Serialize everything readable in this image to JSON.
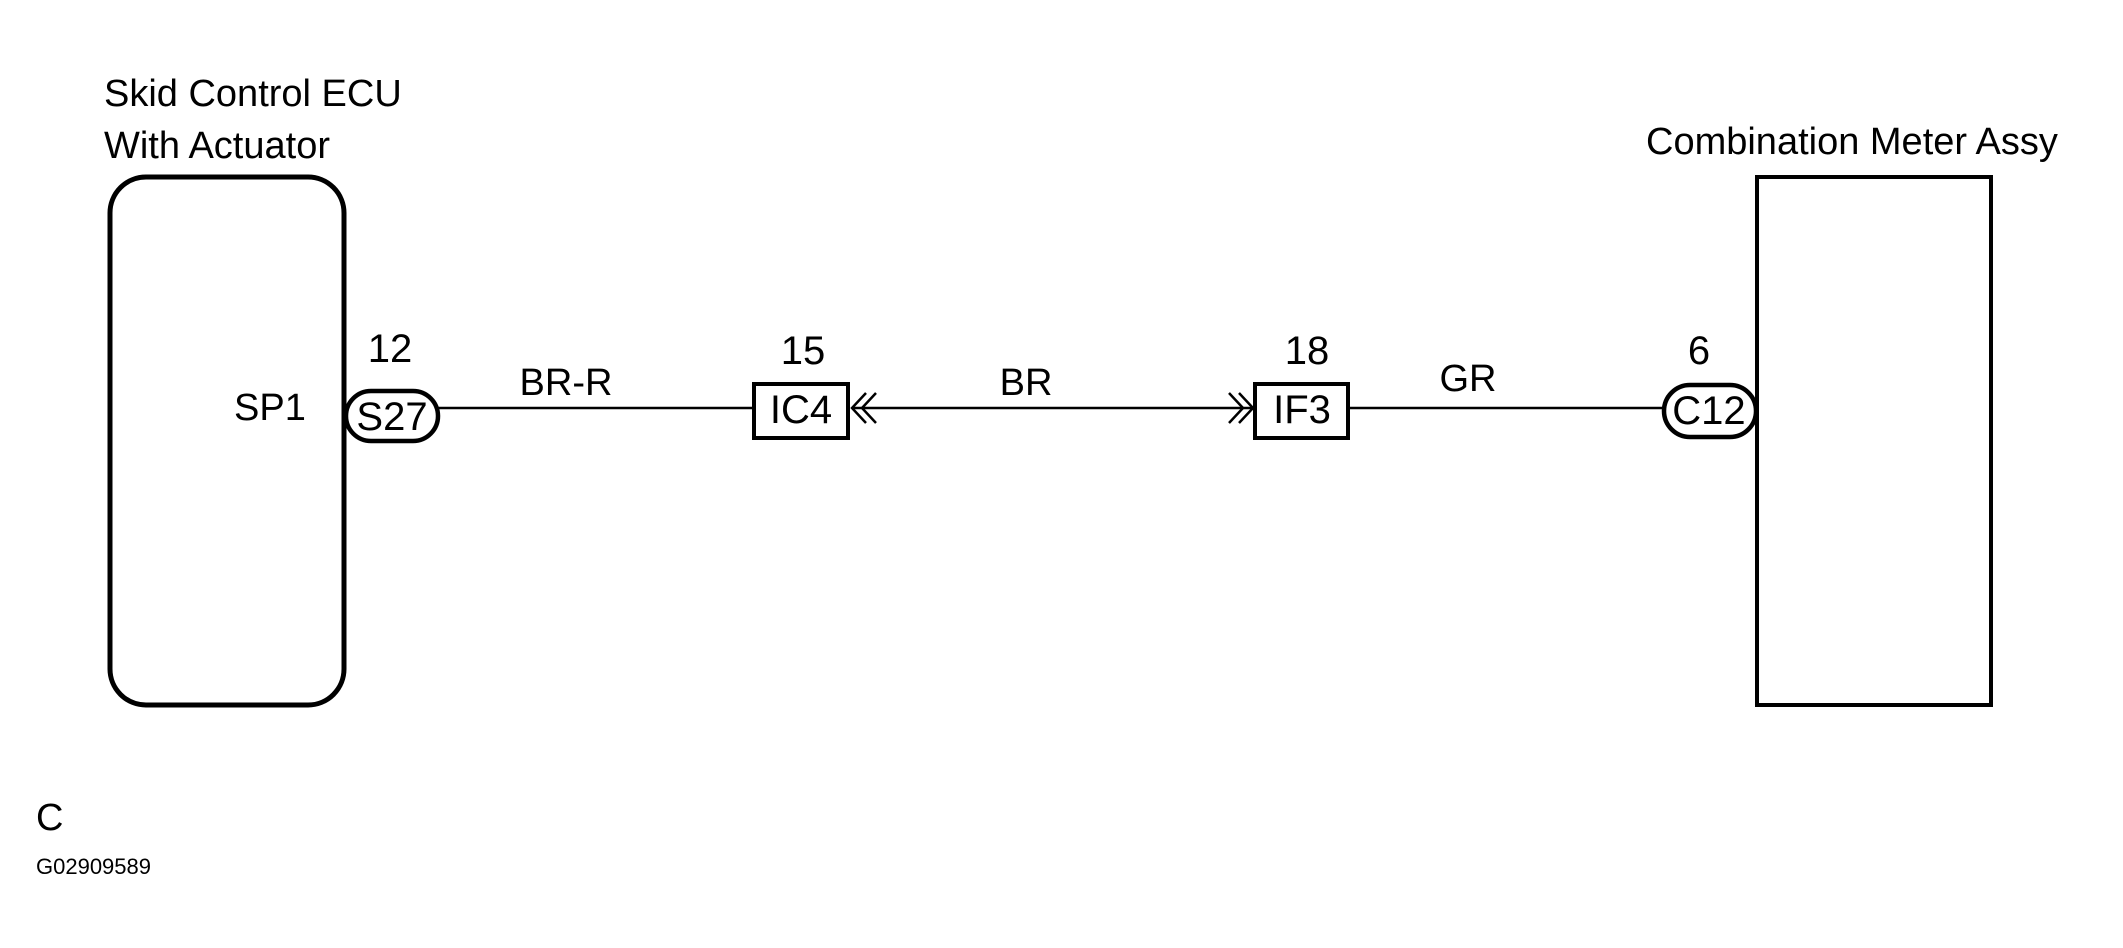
{
  "ecu": {
    "title_line1": "Skid Control ECU",
    "title_line2": "With Actuator",
    "pin_label": "SP1",
    "connector": "S27",
    "pin_number": "12"
  },
  "meter": {
    "title": "Combination Meter Assy",
    "connector": "C12",
    "pin_number": "6"
  },
  "junctions": [
    {
      "connector": "IC4",
      "pin_number": "15"
    },
    {
      "connector": "IF3",
      "pin_number": "18"
    }
  ],
  "wires": [
    {
      "color_code": "BR-R"
    },
    {
      "color_code": "BR"
    },
    {
      "color_code": "GR"
    }
  ],
  "footer": {
    "code": "C",
    "figure_id": "G02909589"
  },
  "colors": {
    "line": "#000000",
    "background": "#ffffff"
  }
}
